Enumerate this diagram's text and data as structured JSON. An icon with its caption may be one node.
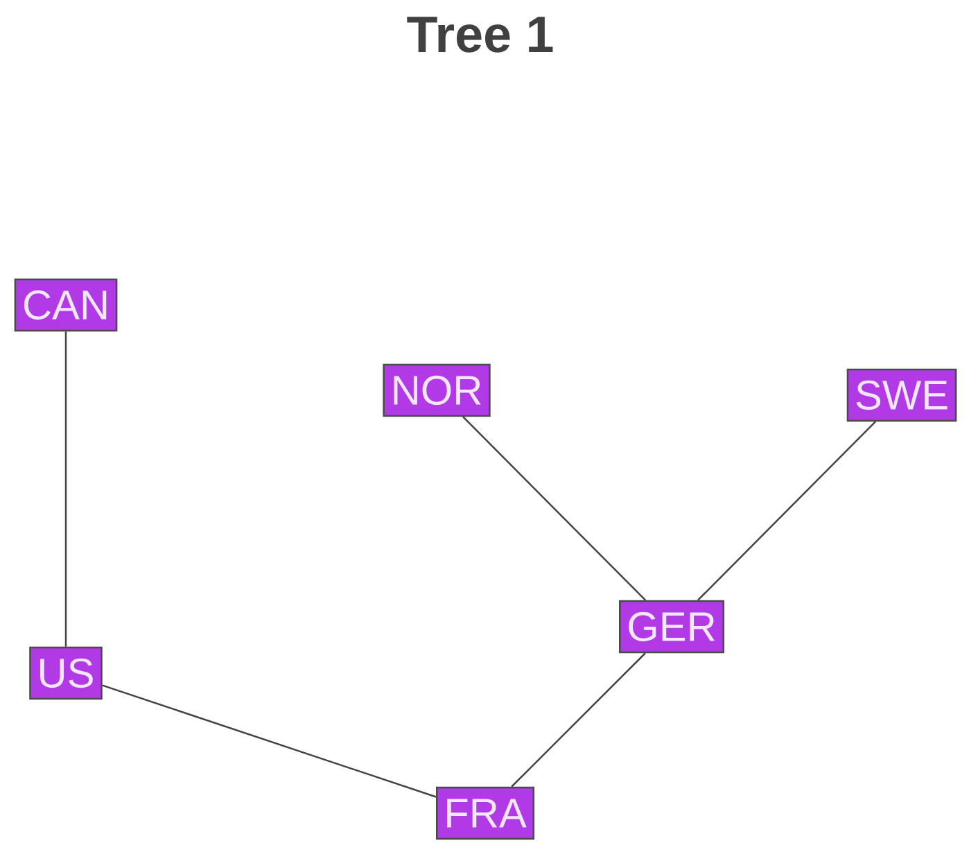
{
  "diagram": {
    "title": "Tree 1",
    "nodes": [
      {
        "text": [
          "CAN"
        ]
      },
      {
        "text": [
          "NOR"
        ]
      },
      {
        "text": [
          "SWE"
        ]
      },
      {
        "text": [
          "GER"
        ]
      },
      {
        "text": [
          "US"
        ]
      },
      {
        "text": [
          "FRA"
        ]
      }
    ],
    "edges": [
      {
        "from": 0,
        "to": 4,
        "arrow": "none"
      },
      {
        "from": 1,
        "to": 3,
        "arrow": "none"
      },
      {
        "from": 2,
        "to": 3,
        "arrow": "none"
      },
      {
        "from": 3,
        "to": 5,
        "arrow": "none"
      },
      {
        "from": 4,
        "to": 5,
        "arrow": "none"
      }
    ]
  }
}
